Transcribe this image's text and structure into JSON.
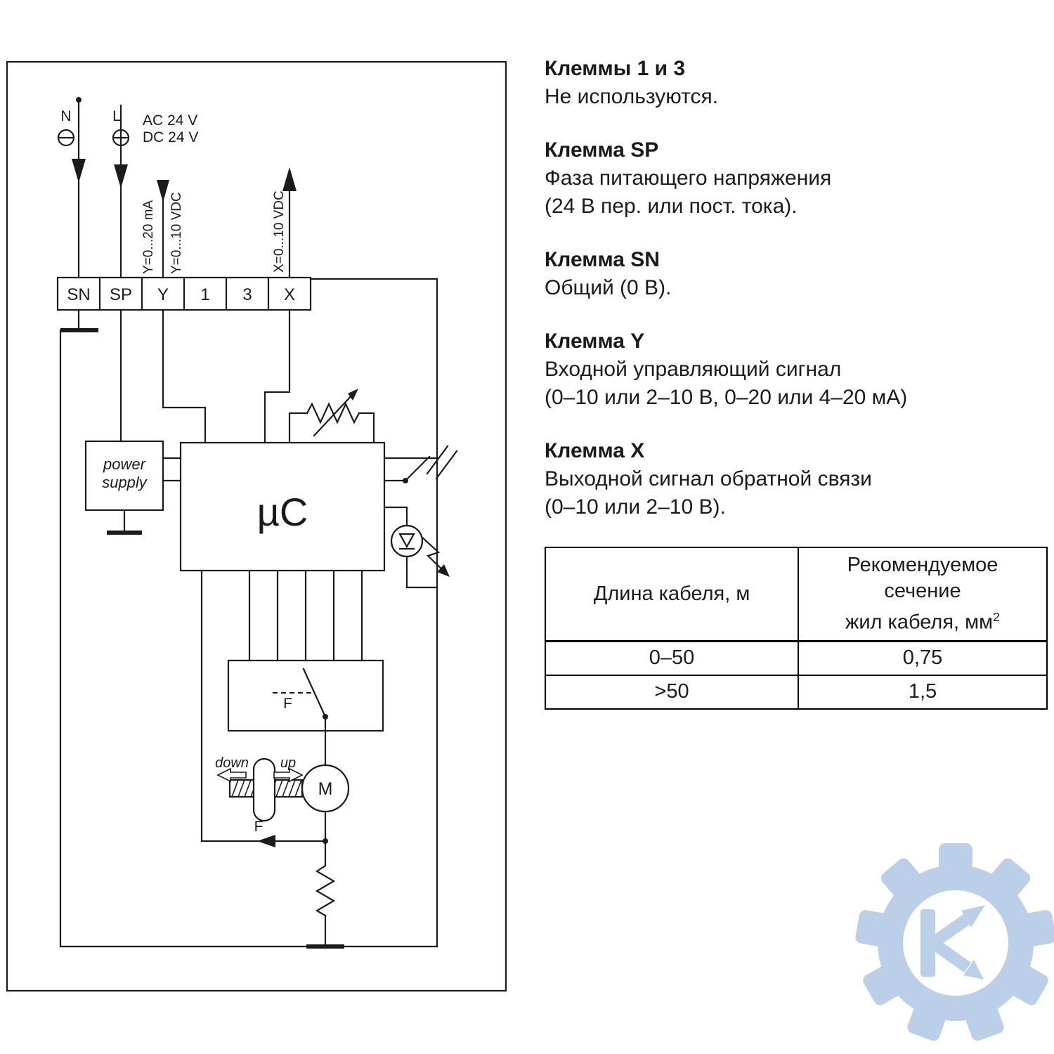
{
  "schematic": {
    "terminals": [
      "SN",
      "SP",
      "Y",
      "1",
      "3",
      "X"
    ],
    "top_labels": {
      "neutral": "N",
      "line": "L",
      "ac": "AC 24 V",
      "dc": "DC 24 V"
    },
    "signal_labels": {
      "y_current": "Y=0...20 mA",
      "y_voltage": "Y=0...10 VDC",
      "x_feedback": "X=0...10 VDC"
    },
    "power_supply": {
      "line1": "power",
      "line2": "supply"
    },
    "mcu_label": "µC",
    "switch_label": "F",
    "motor_label": "M",
    "gear_labels": {
      "down": "down",
      "up": "up"
    },
    "feedback_label": "F"
  },
  "notes": [
    {
      "title": "Клеммы 1 и 3",
      "line1": "Не используются."
    },
    {
      "title": "Клемма SP",
      "line1": "Фаза питающего напряжения",
      "line2": "(24 В пер. или пост. тока)."
    },
    {
      "title": "Клемма SN",
      "line1": "Общий (0 В)."
    },
    {
      "title": "Клемма Y",
      "line1": "Входной управляющий сигнал",
      "line2": "(0–10 или 2–10 В, 0–20 или 4–20 мА)"
    },
    {
      "title": "Клемма X",
      "line1": "Выходной сигнал обратной связи",
      "line2": "(0–10 или 2–10 В)."
    }
  ],
  "cable_table": {
    "col1_header": "Длина кабеля, м",
    "col2_header_line1": "Рекомендуемое сечение",
    "col2_header_line2": "жил кабеля, мм",
    "col2_header_sup": "2",
    "rows": [
      [
        "0–50",
        "0,75"
      ],
      [
        ">50",
        "1,5"
      ]
    ]
  },
  "colors": {
    "ink": "#1b1b1b",
    "watermark": "#bccfe9"
  }
}
